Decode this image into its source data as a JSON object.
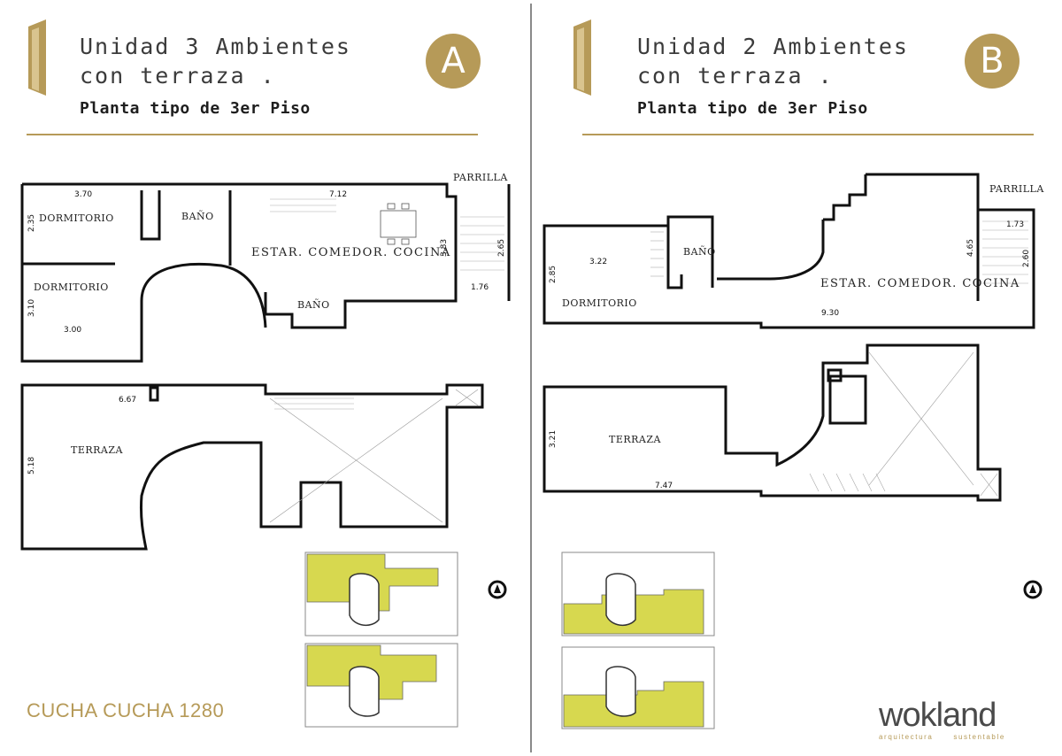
{
  "brand": {
    "gold": "#b69a58",
    "highlight": "#d7d84f"
  },
  "unit_a": {
    "title_line1": "Unidad 3 Ambientes",
    "title_line2": "con terraza .",
    "subtitle": "Planta tipo de 3er Piso",
    "badge": "A",
    "rooms": {
      "dormitorio1": "DORMITORIO",
      "dormitorio2": "DORMITORIO",
      "bano1": "BAÑO",
      "bano2": "BAÑO",
      "estar": "ESTAR. COMEDOR. COCINA",
      "parrilla": "PARRILLA",
      "terraza": "TERRAZA"
    },
    "dims": {
      "d370": "3.70",
      "d712": "7.12",
      "d235": "2.35",
      "d383": "3.83",
      "d265": "2.65",
      "d176": "1.76",
      "d310": "3.10",
      "d300": "3.00",
      "d667": "6.67",
      "d518": "5.18"
    }
  },
  "unit_b": {
    "title_line1": "Unidad 2 Ambientes",
    "title_line2": "con terraza .",
    "subtitle": "Planta tipo de 3er Piso",
    "badge": "B",
    "rooms": {
      "bano": "BAÑO",
      "dormitorio": "DORMITORIO",
      "estar": "ESTAR. COMEDOR. COCINA",
      "parrilla": "PARRILLA",
      "terraza": "TERRAZA"
    },
    "dims": {
      "d322": "3.22",
      "d285": "2.85",
      "d465": "4.65",
      "d173": "1.73",
      "d260": "2.60",
      "d930": "9.30",
      "d321": "3.21",
      "d747": "7.47"
    }
  },
  "footer": {
    "address": "CUCHA CUCHA 1280",
    "logo_main": "wokland",
    "logo_sub": "arquitectura      sustentable"
  }
}
